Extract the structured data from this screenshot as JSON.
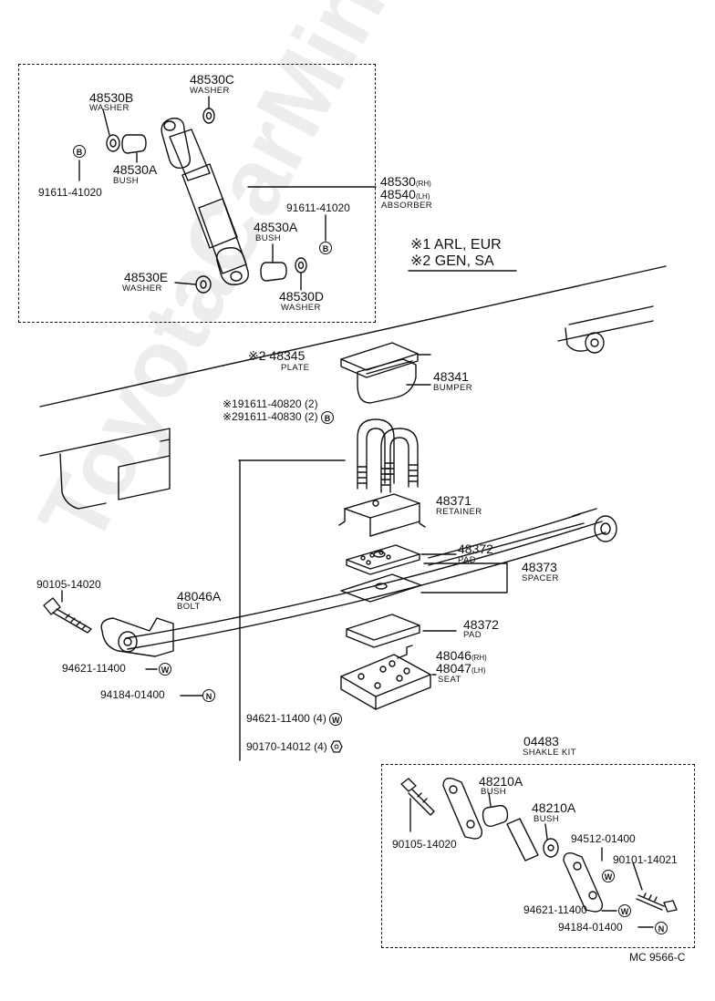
{
  "applicability": {
    "note1_symbol": "※1",
    "note1_text": "ARL, EUR",
    "note2_symbol": "※2",
    "note2_text": "GEN, SA"
  },
  "absorber_group": {
    "washer_c": {
      "part_no": "48530C",
      "name": "WASHER"
    },
    "washer_b": {
      "part_no": "48530B",
      "name": "WASHER"
    },
    "bush_a_upper": {
      "part_no": "48530A",
      "name": "BUSH"
    },
    "bolt_upper": {
      "part_no": "91611-41020",
      "mark": "B"
    },
    "absorber": {
      "part_no_rh": "48530",
      "suffix_rh": "(RH)",
      "part_no_lh": "48540",
      "suffix_lh": "(LH)",
      "name": "ABSORBER"
    },
    "bolt_lower": {
      "part_no": "91611-41020",
      "mark": "B"
    },
    "bush_a_lower": {
      "part_no": "48530A",
      "name": "BUSH"
    },
    "washer_e": {
      "part_no": "48530E",
      "name": "WASHER"
    },
    "washer_d": {
      "part_no": "48530D",
      "name": "WASHER"
    }
  },
  "spring_group": {
    "plate": {
      "prefix": "※2",
      "part_no": "48345",
      "name": "PLATE"
    },
    "bumper": {
      "part_no": "48341",
      "name": "BUMPER"
    },
    "bolt_1": {
      "prefix": "※1",
      "part_no": "91611-40820",
      "qty": "(2)"
    },
    "bolt_2": {
      "prefix": "※2",
      "part_no": "91611-40830",
      "qty": "(2)",
      "mark": "B"
    },
    "retainer": {
      "part_no": "48371",
      "name": "RETAINER"
    },
    "pad_upper": {
      "part_no": "48372",
      "name": "PAD"
    },
    "spacer": {
      "part_no": "48373",
      "name": "SPACER"
    },
    "pad_lower": {
      "part_no": "48372",
      "name": "PAD"
    },
    "seat": {
      "part_no_rh": "48046",
      "suffix_rh": "(RH)",
      "part_no_lh": "48047",
      "suffix_lh": "(LH)",
      "name": "SEAT"
    },
    "u_bolt": {
      "part_no": "48046A",
      "name": "BOLT"
    },
    "washer_4": {
      "part_no": "94621-11400",
      "qty": "(4)",
      "mark": "W"
    },
    "nut_4": {
      "part_no": "90170-14012",
      "qty": "(4)"
    },
    "front_bolt": {
      "part_no": "90105-14020"
    },
    "front_washer": {
      "part_no": "94621-11400",
      "mark": "W"
    },
    "front_nut": {
      "part_no": "94184-01400",
      "mark": "N"
    }
  },
  "shackle_kit": {
    "kit": {
      "part_no": "04483",
      "name": "SHAKLE KIT"
    },
    "bush_1": {
      "part_no": "48210A",
      "name": "BUSH"
    },
    "bush_2": {
      "part_no": "48210A",
      "name": "BUSH"
    },
    "bolt_a": {
      "part_no": "90105-14020"
    },
    "washer_s": {
      "part_no": "94512-01400",
      "mark": "W"
    },
    "bolt_b": {
      "part_no": "90101-14021"
    },
    "washer_w": {
      "part_no": "94621-11400",
      "mark": "W"
    },
    "nut_n": {
      "part_no": "94184-01400",
      "mark": "N"
    }
  },
  "figure_code": "MC  9566-C",
  "watermark": "ToyotaCarMine.ru"
}
